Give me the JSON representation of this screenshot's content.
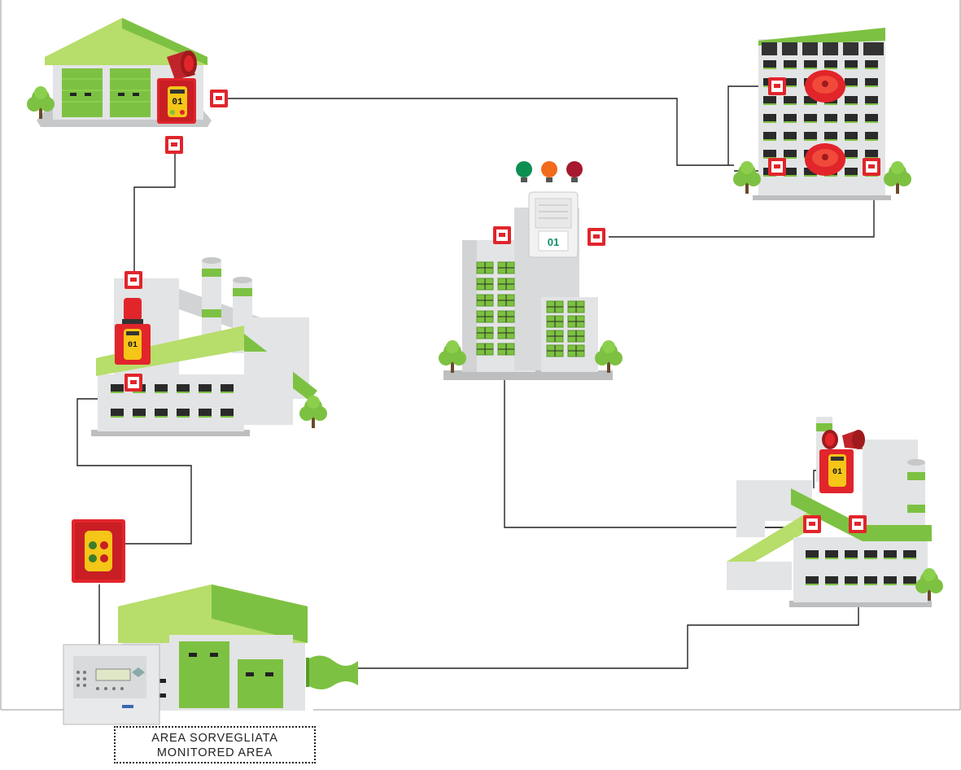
{
  "legend": {
    "line1": "AREA SORVEGLIATA",
    "line2": "MONITORED AREA"
  },
  "device_labels": {
    "top_left_panel": "01",
    "factory_panel": "01",
    "center_panel": "01",
    "right_factory_panel": "01"
  },
  "colors": {
    "green": "#7dc142",
    "light_green": "#b7dd6a",
    "red": "#e1252b",
    "dark_red": "#9e1a1d",
    "building_gray": "#d9dadb",
    "line": "#222222",
    "yellow": "#f5c518",
    "beacon_green": "#0e8f52",
    "beacon_orange": "#f26a1b",
    "beacon_red": "#a7192f"
  },
  "icons": [
    "tree-icon",
    "siren-icon",
    "call-point-icon",
    "beacon-icon",
    "bell-icon",
    "flag-icon",
    "control-panel-icon"
  ]
}
